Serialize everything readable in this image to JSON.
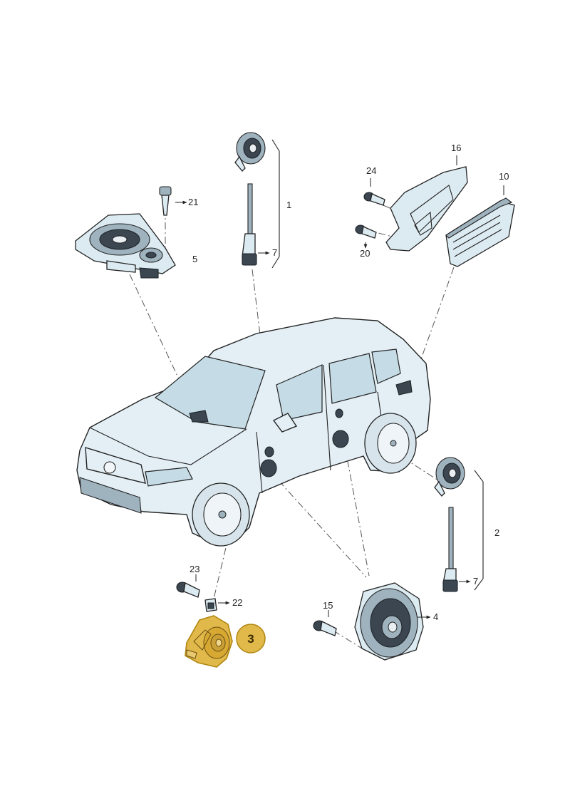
{
  "callouts": {
    "p1": "1",
    "p2": "2",
    "p3": "3",
    "p4": "4",
    "p5": "5",
    "p7a": "7",
    "p7b": "7",
    "p10": "10",
    "p15": "15",
    "p16": "16",
    "p20": "20",
    "p21": "21",
    "p22": "22",
    "p23": "23",
    "p24": "24"
  },
  "colors": {
    "highlight_fill": "#e1b94a",
    "highlight_stroke": "#b08610",
    "part_fill": "#dcebf2",
    "line": "#222222"
  },
  "icons": {
    "arrow": "right-arrow-icon"
  }
}
